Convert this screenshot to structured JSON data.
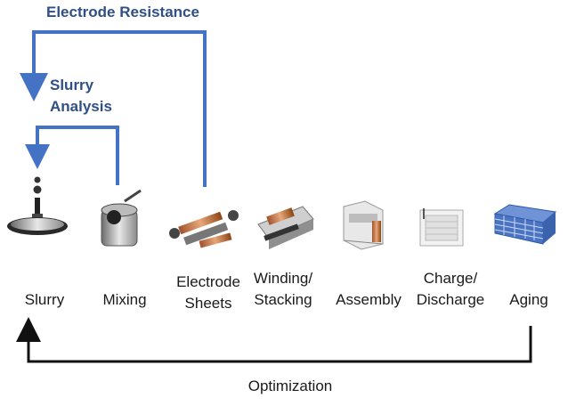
{
  "feedback_loops": {
    "electrode_resistance": "Electrode Resistance",
    "slurry_analysis": "Slurry\nAnalysis",
    "optimization": "Optimization"
  },
  "steps": [
    {
      "label": "Slurry",
      "icon": "slurry-meter-icon"
    },
    {
      "label": "Mixing",
      "icon": "mixer-icon"
    },
    {
      "label": "Electrode\nSheets",
      "icon": "electrode-sheets-icon"
    },
    {
      "label": "Winding/\nStacking",
      "icon": "winding-machine-icon"
    },
    {
      "label": "Assembly",
      "icon": "assembly-machine-icon"
    },
    {
      "label": "Charge/\nDischarge",
      "icon": "charger-cabinet-icon"
    },
    {
      "label": "Aging",
      "icon": "aging-rack-icon"
    }
  ],
  "colors": {
    "arrow_blue": "#4472c4",
    "text_blue": "#2f4f86",
    "line_dark": "#111111"
  }
}
